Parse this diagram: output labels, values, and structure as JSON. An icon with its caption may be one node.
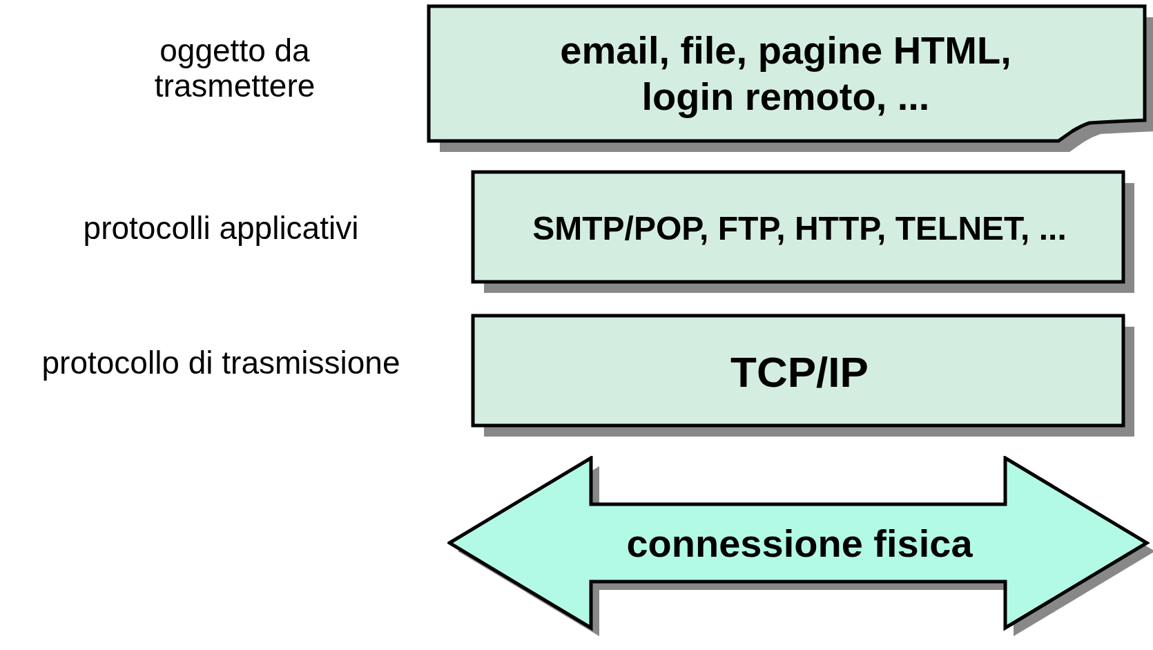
{
  "diagram": {
    "nodes": [
      {
        "text": [
          "email, file, pagine HTML, login remoto, ..."
        ]
      },
      {
        "text": [
          "SMTP/POP, FTP, HTTP, TELNET, ..."
        ]
      },
      {
        "text": [
          "TCP/IP"
        ]
      },
      {
        "text": [
          "connessione fisica"
        ]
      }
    ],
    "labels": [
      "oggetto da trasmettere",
      "protocolli applicativi",
      "protocollo di trasmissione"
    ]
  }
}
